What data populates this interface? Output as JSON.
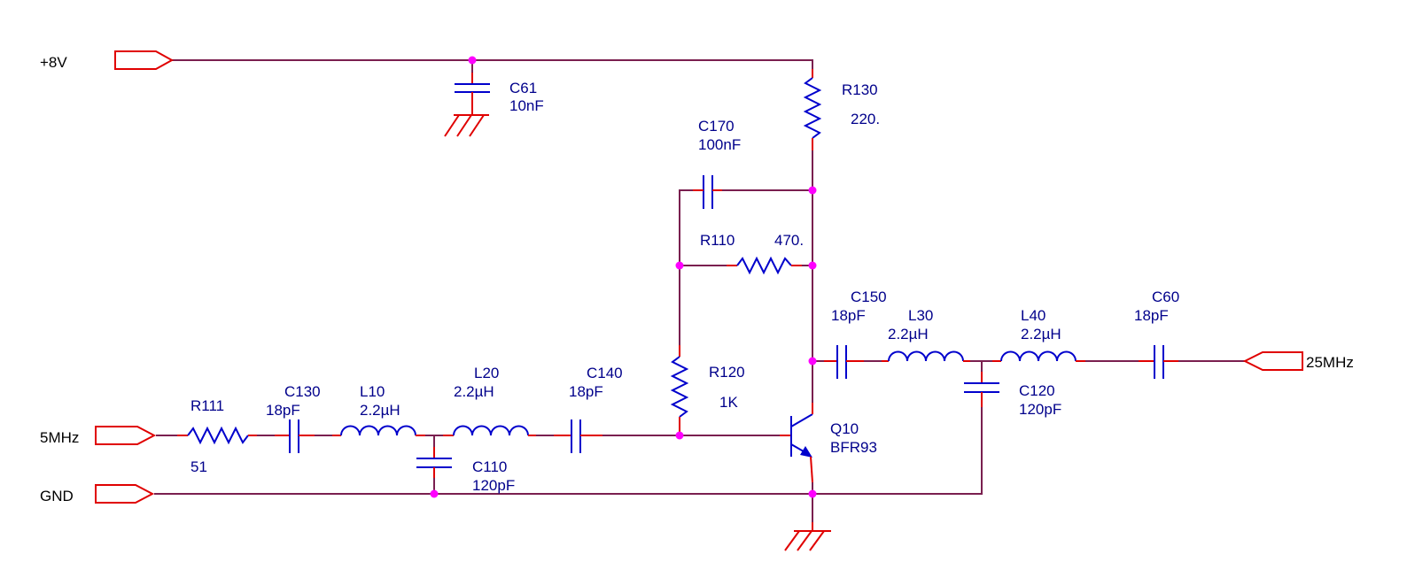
{
  "ports": {
    "vcc": "+8V",
    "input": "5MHz",
    "ground": "GND",
    "output": "25MHz"
  },
  "components": {
    "c61": {
      "ref": "C61",
      "value": "10nF"
    },
    "r130": {
      "ref": "R130",
      "value": "220."
    },
    "c170": {
      "ref": "C170",
      "value": "100nF"
    },
    "r110": {
      "ref": "R110",
      "value": "470."
    },
    "r120": {
      "ref": "R120",
      "value": "1K"
    },
    "r111": {
      "ref": "R111",
      "value": "51"
    },
    "c130": {
      "ref": "C130",
      "value": "18pF"
    },
    "l10": {
      "ref": "L10",
      "value": "2.2µH"
    },
    "l20": {
      "ref": "L20",
      "value": "2.2µH"
    },
    "c140": {
      "ref": "C140",
      "value": "18pF"
    },
    "c110": {
      "ref": "C110",
      "value": "120pF"
    },
    "q10": {
      "ref": "Q10",
      "value": "BFR93"
    },
    "c150": {
      "ref": "C150",
      "value": "18pF"
    },
    "l30": {
      "ref": "L30",
      "value": "2.2µH"
    },
    "l40": {
      "ref": "L40",
      "value": "2.2µH"
    },
    "c120": {
      "ref": "C120",
      "value": "120pF"
    },
    "c60": {
      "ref": "C60",
      "value": "18pF"
    }
  },
  "colors": {
    "wire": "#7a1f4f",
    "lead": "#e00000",
    "symbol": "#0000cc",
    "junction": "#ff00ff",
    "component_text": "#00008b"
  }
}
